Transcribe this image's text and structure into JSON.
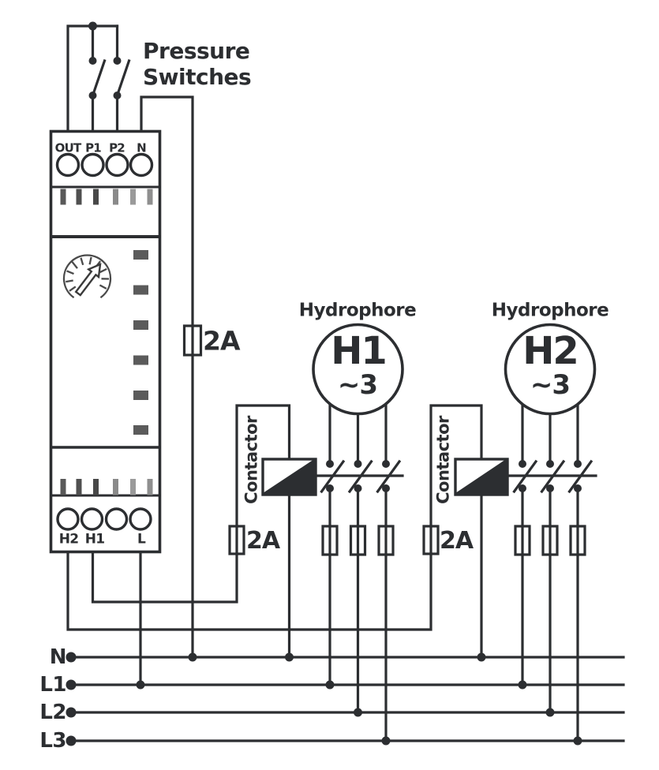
{
  "pressure_switches_label": {
    "line1": "Pressure",
    "line2": "Switches"
  },
  "device": {
    "top_terminals": [
      "OUT",
      "P1",
      "P2",
      "N"
    ],
    "bottom_terminals": [
      "H2",
      "H1",
      "L"
    ]
  },
  "fuses": {
    "device_supply_fuse": "2A",
    "contactor1_coil_fuse": "2A",
    "contactor2_coil_fuse": "2A"
  },
  "pump1": {
    "title": "Hydrophore",
    "name": "H1",
    "phases": "~3",
    "contactor_label": "Contactor"
  },
  "pump2": {
    "title": "Hydrophore",
    "name": "H2",
    "phases": "~3",
    "contactor_label": "Contactor"
  },
  "rails": [
    "N",
    "L1",
    "L2",
    "L3"
  ],
  "colors": {
    "ink": "#2c2e31",
    "led": "#5b5b5b",
    "bar_dark": "#4f4f4f",
    "bar_light": "#909090",
    "background": "#ffffff"
  }
}
